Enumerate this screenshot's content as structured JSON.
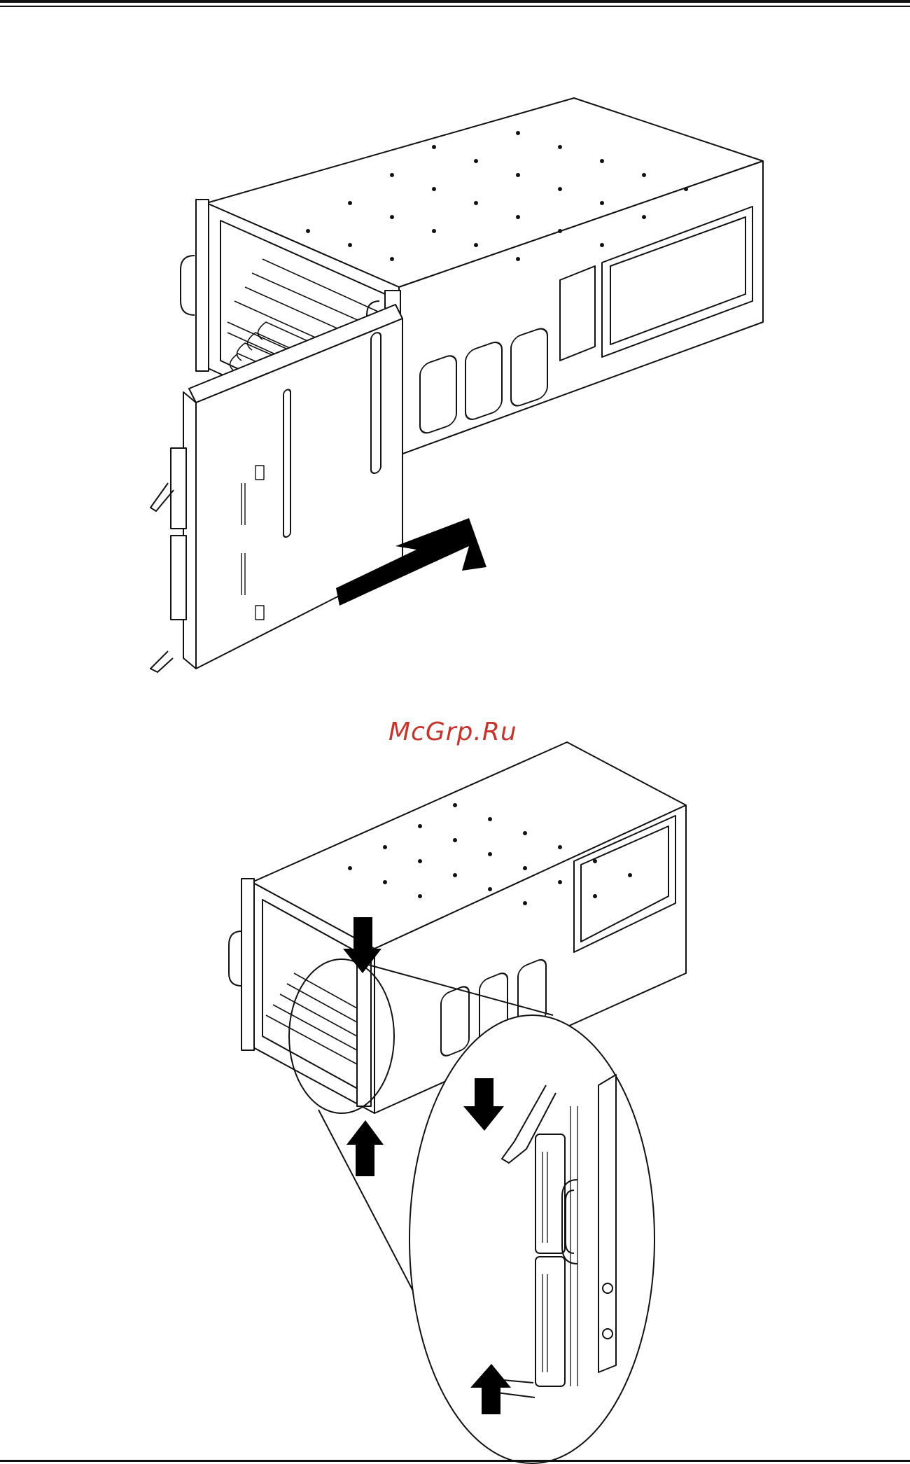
{
  "watermark": {
    "text": "McGrp.Ru",
    "color": "#c4352d"
  },
  "colors": {
    "line": "#111111",
    "fill": "#ffffff",
    "arrow": "#000000"
  },
  "figures": [
    {
      "id": "figure-1",
      "description_icons": [
        "chassis-icon",
        "blade-module-icon",
        "insert-arrow-icon"
      ]
    },
    {
      "id": "figure-2",
      "description_icons": [
        "chassis-icon",
        "magnified-detail-icon",
        "lever-arrow-icon"
      ]
    }
  ]
}
